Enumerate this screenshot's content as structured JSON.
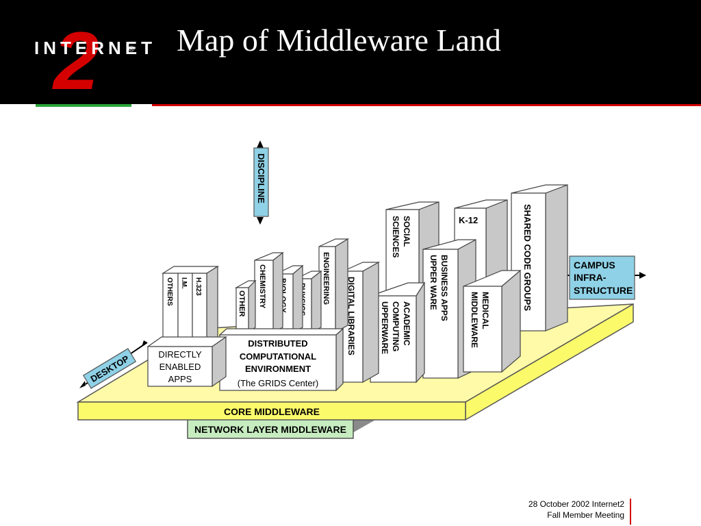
{
  "title": "Map of Middleware Land",
  "logo": {
    "text": "INTERNET",
    "numeral": "2",
    "registered": "®"
  },
  "colors": {
    "header_bg": "#000000",
    "platform_top": "#fefaa8",
    "platform_front": "#fafa6b",
    "accent_blue": "#8fd1e6",
    "network_green": "#c7ecc0",
    "building_side": "#c8c8c8",
    "red_rule": "#d40000",
    "green_rule": "#2aa33a"
  },
  "diagram": {
    "discipline": "DISCIPLINE",
    "desktop": "DESKTOP",
    "campus": [
      "CAMPUS",
      "INFRA-",
      "STRUCTURE"
    ],
    "core": "CORE MIDDLEWARE",
    "network": "NETWORK LAYER MIDDLEWARE",
    "directly": [
      "DIRECTLY",
      "ENABLED",
      "APPS"
    ],
    "apps_books": [
      "OTHERS",
      "I.M.",
      "H.323"
    ],
    "distributed": [
      "DISTRIBUTED",
      "COMPUTATIONAL",
      "ENVIRONMENT",
      "(The GRIDS Center)"
    ],
    "other": "OTHER",
    "chemistry": "CHEMISTRY",
    "biology": "BIOLOGY",
    "physics": "PHYSICS",
    "engineering": "ENGINEERING",
    "digital_libraries": "DIGITAL LIBRARIES",
    "social": [
      "SOCIAL",
      "SCIENCES"
    ],
    "academic": [
      "ACADEMIC",
      "COMPUTING",
      "UPPERWARE"
    ],
    "business": [
      "BUSINESS APPS",
      "UPPER WARE"
    ],
    "k12": "K-12",
    "medical": [
      "MEDICAL",
      "MIDDLEWARE"
    ],
    "shared": "SHARED CODE GROUPS"
  },
  "footer": {
    "line1": "28 October 2002  Internet2",
    "line2": "Fall Member Meeting"
  }
}
